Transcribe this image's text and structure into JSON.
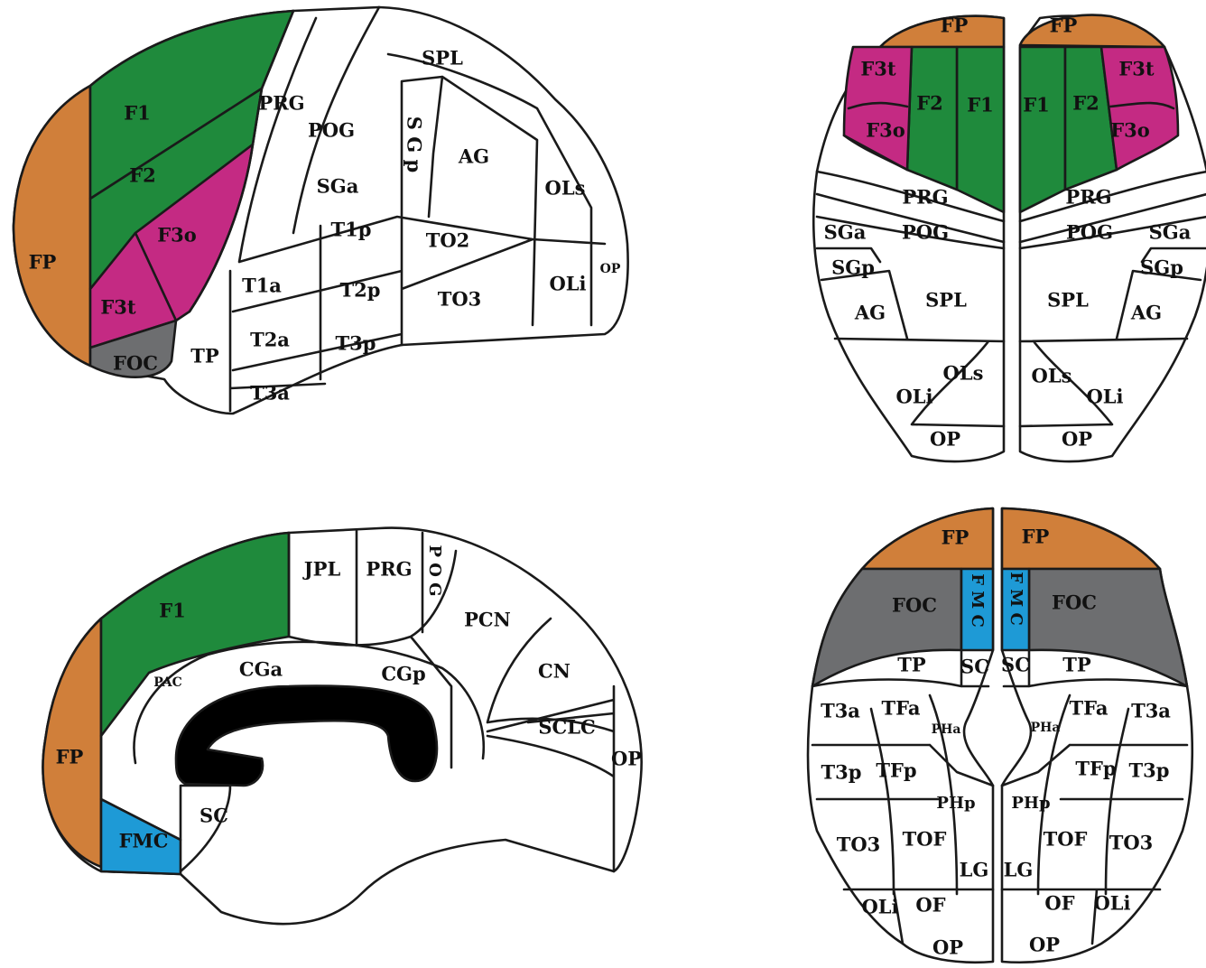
{
  "colors": {
    "frontal_pole": "#d07f3a",
    "frontal_gyri": "#1f8a3c",
    "inferior_frontal": "#c42a83",
    "orbitofrontal": "#6d6e70",
    "frontal_medial": "#1e9ad6",
    "callosum": "#000000",
    "outline": "#1a1a1a",
    "unlabeled_region": "#ffffff"
  },
  "lateral": {
    "FP": "FP",
    "F1": "F1",
    "F2": "F2",
    "F3o": "F3o",
    "F3t": "F3t",
    "FOC": "FOC",
    "PRG": "PRG",
    "POG": "POG",
    "SGa": "SGa",
    "SGp": "S G p",
    "SPL": "SPL",
    "AG": "AG",
    "T1a": "T1a",
    "T1p": "T1p",
    "T2a": "T2a",
    "T2p": "T2p",
    "T3a": "T3a",
    "T3p": "T3p",
    "TP": "TP",
    "TO2": "TO2",
    "TO3": "TO3",
    "OLs": "OLs",
    "OLi": "OLi",
    "OP": "OP"
  },
  "medial": {
    "FP": "FP",
    "F1": "F1",
    "PAC": "PAC",
    "CGa": "CGa",
    "CGp": "CGp",
    "JPL": "JPL",
    "PRG": "PRG",
    "POG": "P O G",
    "PCN": "PCN",
    "CN": "CN",
    "SCLC": "SCLC",
    "OP": "OP",
    "SC": "SC",
    "FMC": "FMC"
  },
  "dorsal": {
    "FP": "FP",
    "F3t": "F3t",
    "F3o": "F3o",
    "F2": "F2",
    "F1": "F1",
    "PRG": "PRG",
    "SGa": "SGa",
    "POG": "POG",
    "SGp": "SGp",
    "SPL": "SPL",
    "AG": "AG",
    "OLs": "OLs",
    "OLi": "OLi",
    "OP": "OP"
  },
  "ventral": {
    "FP": "FP",
    "FOC": "FOC",
    "FMC": "F M C",
    "TP": "TP",
    "SC": "SC",
    "T3a": "T3a",
    "TFa": "TFa",
    "PHa": "PHa",
    "T3p": "T3p",
    "TFp": "TFp",
    "PHp": "PHp",
    "TO3": "TO3",
    "TOF": "TOF",
    "LG": "LG",
    "OLi": "OLi",
    "OF": "OF",
    "OP": "OP"
  }
}
